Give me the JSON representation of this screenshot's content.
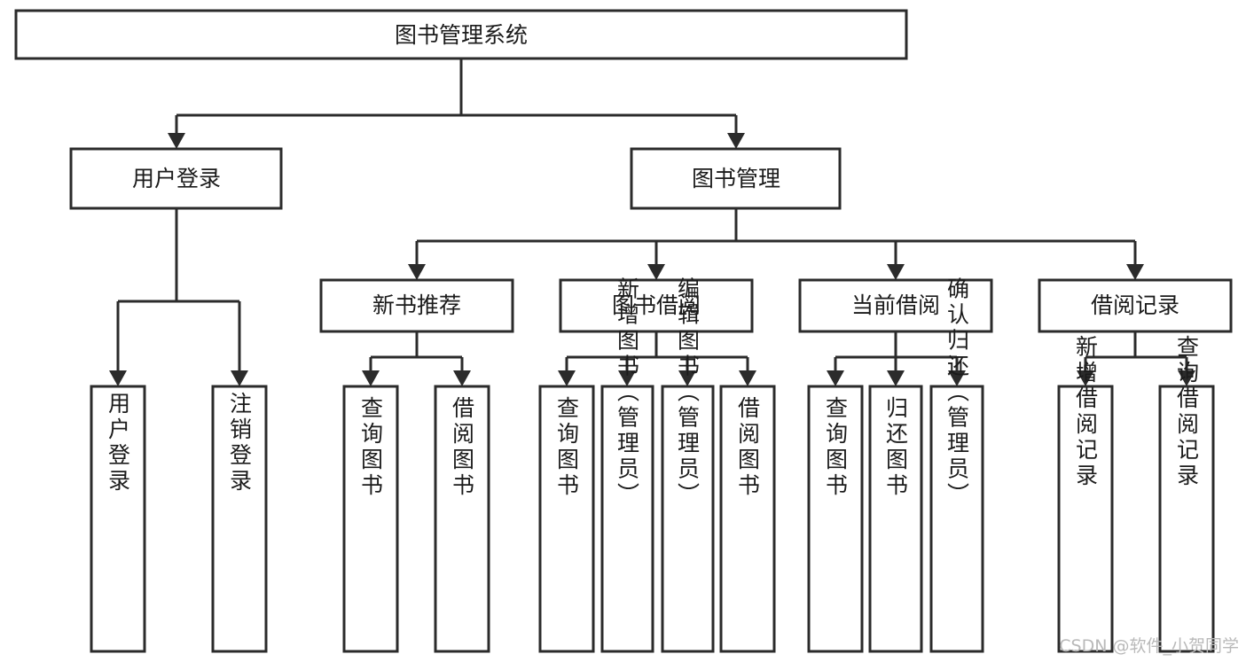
{
  "diagram": {
    "type": "tree-hierarchy-chart",
    "title_node": "图书管理系统",
    "orientation": "top-down",
    "watermark": "CSDN @软件_小贺同学",
    "colors": {
      "box_fill": "#ffffff",
      "box_stroke": "#2b2b2b",
      "connector": "#2b2b2b",
      "text": "#1b1b1b",
      "background": "#ffffff",
      "watermark": "#b9b9b9"
    },
    "levels": {
      "level0": [
        "图书管理系统"
      ],
      "level1": [
        "用户登录",
        "图书管理"
      ],
      "level2": [
        "新书推荐",
        "图书借阅",
        "当前借阅",
        "借阅记录"
      ],
      "level3": [
        "用户登录",
        "注销登录",
        "查询图书",
        "借阅图书",
        "查询图书",
        "新增图书（管理员）",
        "编辑图书（管理员）",
        "借阅图书",
        "查询图书",
        "归还图书",
        "确认归还（管理员）",
        "新增借阅记录",
        "查询借阅记录"
      ]
    },
    "nodes": {
      "root": {
        "label": "图书管理系统"
      },
      "user_login": {
        "label": "用户登录"
      },
      "book_manage": {
        "label": "图书管理"
      },
      "new_book_rec": {
        "label": "新书推荐"
      },
      "book_borrow": {
        "label": "图书借阅"
      },
      "current_borrow": {
        "label": "当前借阅"
      },
      "borrow_record": {
        "label": "借阅记录"
      },
      "leaf_user_login": {
        "label": "用户登录"
      },
      "leaf_logout": {
        "label": "注销登录"
      },
      "leaf_query_book_1": {
        "label": "查询图书"
      },
      "leaf_borrow_book_1": {
        "label": "借阅图书"
      },
      "leaf_query_book_2": {
        "label": "查询图书"
      },
      "leaf_add_book": {
        "label": "新增图书（管理员）"
      },
      "leaf_edit_book": {
        "label": "编辑图书（管理员）"
      },
      "leaf_borrow_book_2": {
        "label": "借阅图书"
      },
      "leaf_query_book_3": {
        "label": "查询图书"
      },
      "leaf_return_book": {
        "label": "归还图书"
      },
      "leaf_confirm_return": {
        "label": "确认归还（管理员）"
      },
      "leaf_add_record": {
        "label": "新增借阅记录"
      },
      "leaf_query_record": {
        "label": "查询借阅记录"
      }
    },
    "edges": [
      {
        "from": "root",
        "to": "user_login"
      },
      {
        "from": "root",
        "to": "book_manage"
      },
      {
        "from": "user_login",
        "to": "leaf_user_login"
      },
      {
        "from": "user_login",
        "to": "leaf_logout"
      },
      {
        "from": "book_manage",
        "to": "new_book_rec"
      },
      {
        "from": "book_manage",
        "to": "book_borrow"
      },
      {
        "from": "book_manage",
        "to": "current_borrow"
      },
      {
        "from": "book_manage",
        "to": "borrow_record"
      },
      {
        "from": "new_book_rec",
        "to": "leaf_query_book_1"
      },
      {
        "from": "new_book_rec",
        "to": "leaf_borrow_book_1"
      },
      {
        "from": "book_borrow",
        "to": "leaf_query_book_2"
      },
      {
        "from": "book_borrow",
        "to": "leaf_add_book"
      },
      {
        "from": "book_borrow",
        "to": "leaf_edit_book"
      },
      {
        "from": "book_borrow",
        "to": "leaf_borrow_book_2"
      },
      {
        "from": "current_borrow",
        "to": "leaf_query_book_3"
      },
      {
        "from": "current_borrow",
        "to": "leaf_return_book"
      },
      {
        "from": "current_borrow",
        "to": "leaf_confirm_return"
      },
      {
        "from": "borrow_record",
        "to": "leaf_add_record"
      },
      {
        "from": "borrow_record",
        "to": "leaf_query_record"
      }
    ]
  }
}
